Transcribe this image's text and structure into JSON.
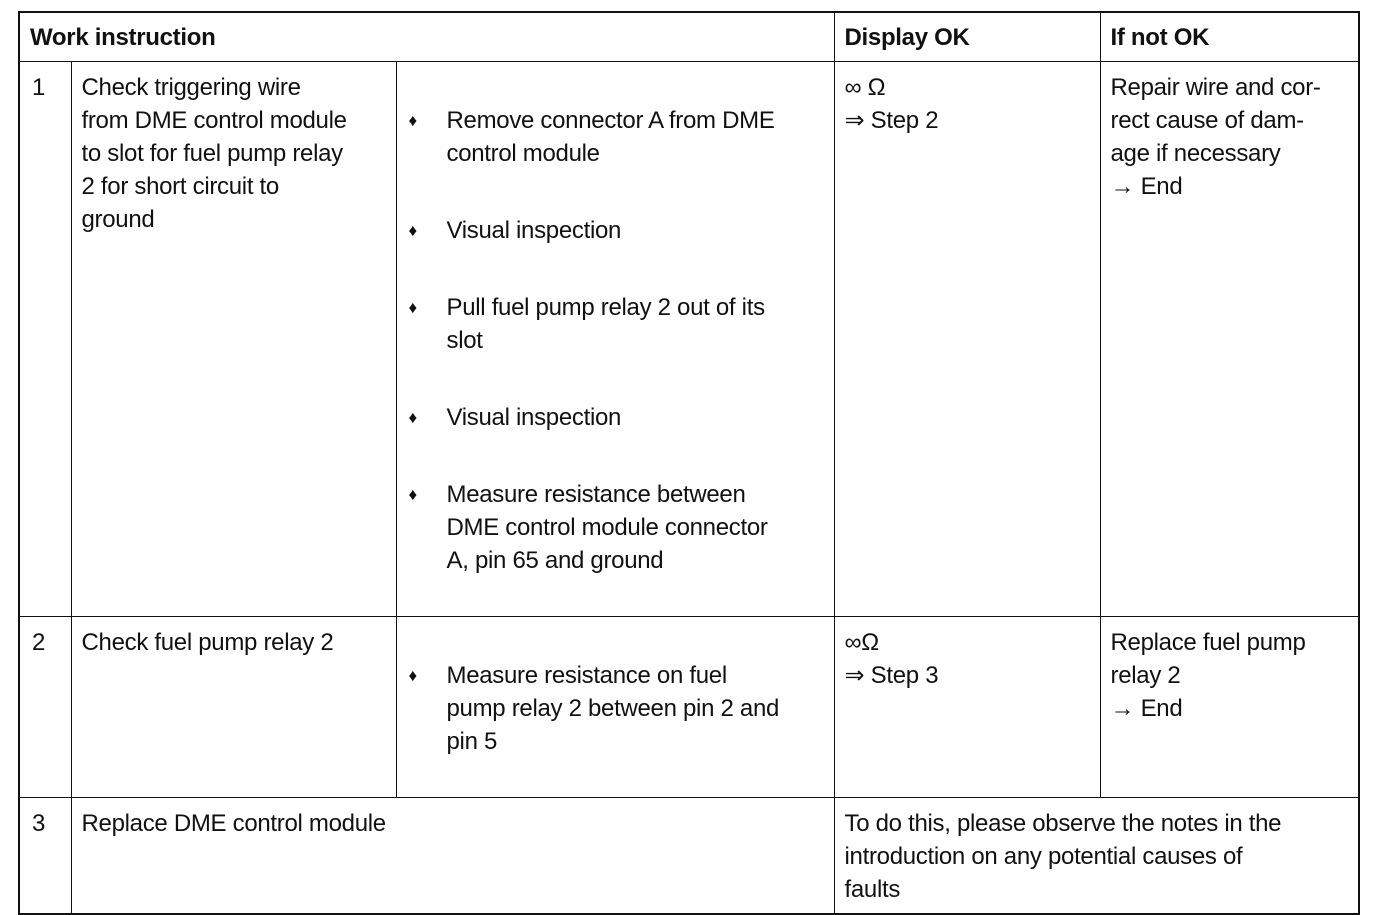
{
  "header": {
    "work_instruction": "Work instruction",
    "display_ok": "Display OK",
    "if_not_ok": "If not OK"
  },
  "rows": [
    {
      "step": "1",
      "task": "Check triggering wire\nfrom DME control module\nto slot for fuel pump relay\n2 for short circuit to\nground",
      "actions": [
        "Remove connector A from DME\ncontrol module",
        "Visual inspection",
        "Pull fuel pump relay 2 out of its\nslot",
        "Visual inspection",
        "Measure resistance between\nDME control module connector\nA, pin 65 and ground"
      ],
      "display_ok": "∞ Ω\n⇒ Step 2",
      "if_not_ok": "Repair wire and cor-\nrect cause of dam-\nage if necessary\n→ End"
    },
    {
      "step": "2",
      "task": "Check fuel pump relay 2",
      "actions": [
        "Measure resistance on fuel\npump relay 2 between pin 2 and\npin 5"
      ],
      "display_ok": "∞Ω\n⇒ Step 3",
      "if_not_ok": "Replace fuel pump\nrelay 2\n→ End"
    },
    {
      "step": "3",
      "task": "Replace DME control module",
      "note": "To do this, please observe the notes in the\nintroduction on any potential causes of\nfaults"
    }
  ],
  "bullet_icon": "diamond-bullet"
}
